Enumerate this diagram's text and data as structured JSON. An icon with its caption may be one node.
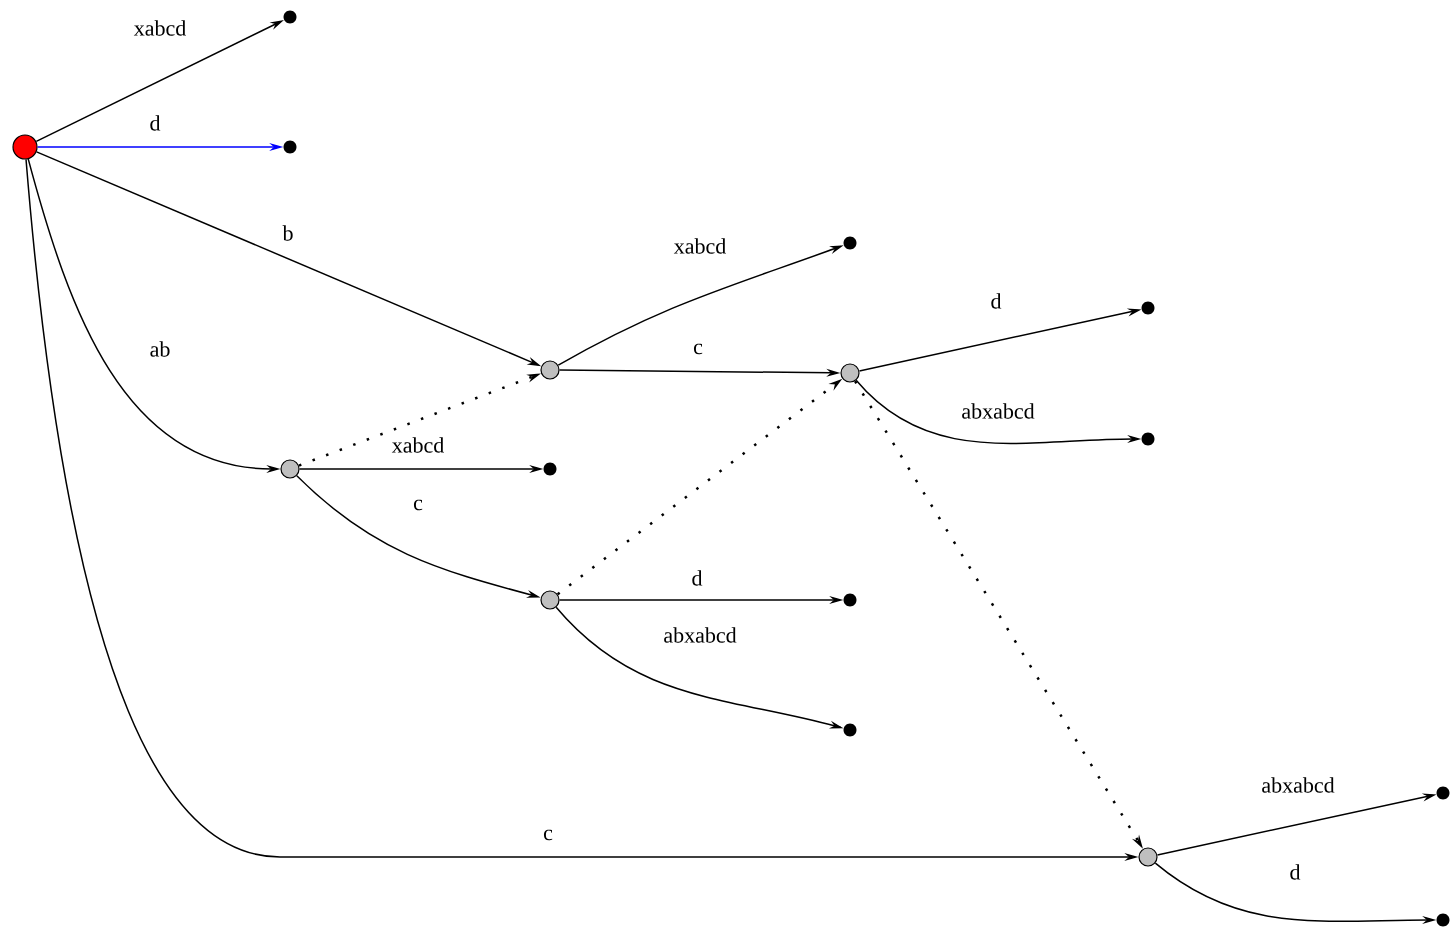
{
  "diagram": {
    "nodes": [
      {
        "text": [],
        "shape": "circle"
      },
      {
        "text": [],
        "shape": "dot"
      },
      {
        "text": [],
        "shape": "dot"
      },
      {
        "text": [],
        "shape": "circle"
      },
      {
        "text": [],
        "shape": "dot"
      },
      {
        "text": [],
        "shape": "circle"
      },
      {
        "text": [],
        "shape": "dot"
      },
      {
        "text": [],
        "shape": "dot"
      },
      {
        "text": [],
        "shape": "circle"
      },
      {
        "text": [],
        "shape": "dot"
      },
      {
        "text": [],
        "shape": "circle"
      },
      {
        "text": [],
        "shape": "dot"
      },
      {
        "text": [],
        "shape": "dot"
      },
      {
        "text": [],
        "shape": "circle"
      },
      {
        "text": [],
        "shape": "dot"
      },
      {
        "text": [],
        "shape": "dot"
      }
    ],
    "edges": [
      {
        "from": 0,
        "to": 1,
        "arrow": "to",
        "label": "xabcd"
      },
      {
        "from": 0,
        "to": 2,
        "arrow": "to",
        "label": "d",
        "color": "#0000ff"
      },
      {
        "from": 0,
        "to": 3,
        "arrow": "to",
        "label": "b"
      },
      {
        "from": 0,
        "to": 8,
        "arrow": "to",
        "label": "ab"
      },
      {
        "from": 0,
        "to": 13,
        "arrow": "to",
        "label": "c"
      },
      {
        "from": 3,
        "to": 4,
        "arrow": "to",
        "label": "xabcd"
      },
      {
        "from": 3,
        "to": 5,
        "arrow": "to",
        "label": "c"
      },
      {
        "from": 5,
        "to": 6,
        "arrow": "to",
        "label": "d"
      },
      {
        "from": 5,
        "to": 7,
        "arrow": "to",
        "label": "abxabcd"
      },
      {
        "from": 8,
        "to": 9,
        "arrow": "to",
        "label": "xabcd"
      },
      {
        "from": 8,
        "to": 10,
        "arrow": "to",
        "label": "c"
      },
      {
        "from": 10,
        "to": 11,
        "arrow": "to",
        "label": "d"
      },
      {
        "from": 10,
        "to": 12,
        "arrow": "to",
        "label": "abxabcd"
      },
      {
        "from": 13,
        "to": 14,
        "arrow": "to",
        "label": "abxabcd"
      },
      {
        "from": 13,
        "to": 15,
        "arrow": "to",
        "label": "d"
      },
      {
        "from": 8,
        "to": 3,
        "arrow": "to",
        "style": "dashed"
      },
      {
        "from": 10,
        "to": 5,
        "arrow": "to",
        "style": "dashed"
      },
      {
        "from": 5,
        "to": 13,
        "arrow": "to",
        "style": "dashed"
      }
    ]
  }
}
